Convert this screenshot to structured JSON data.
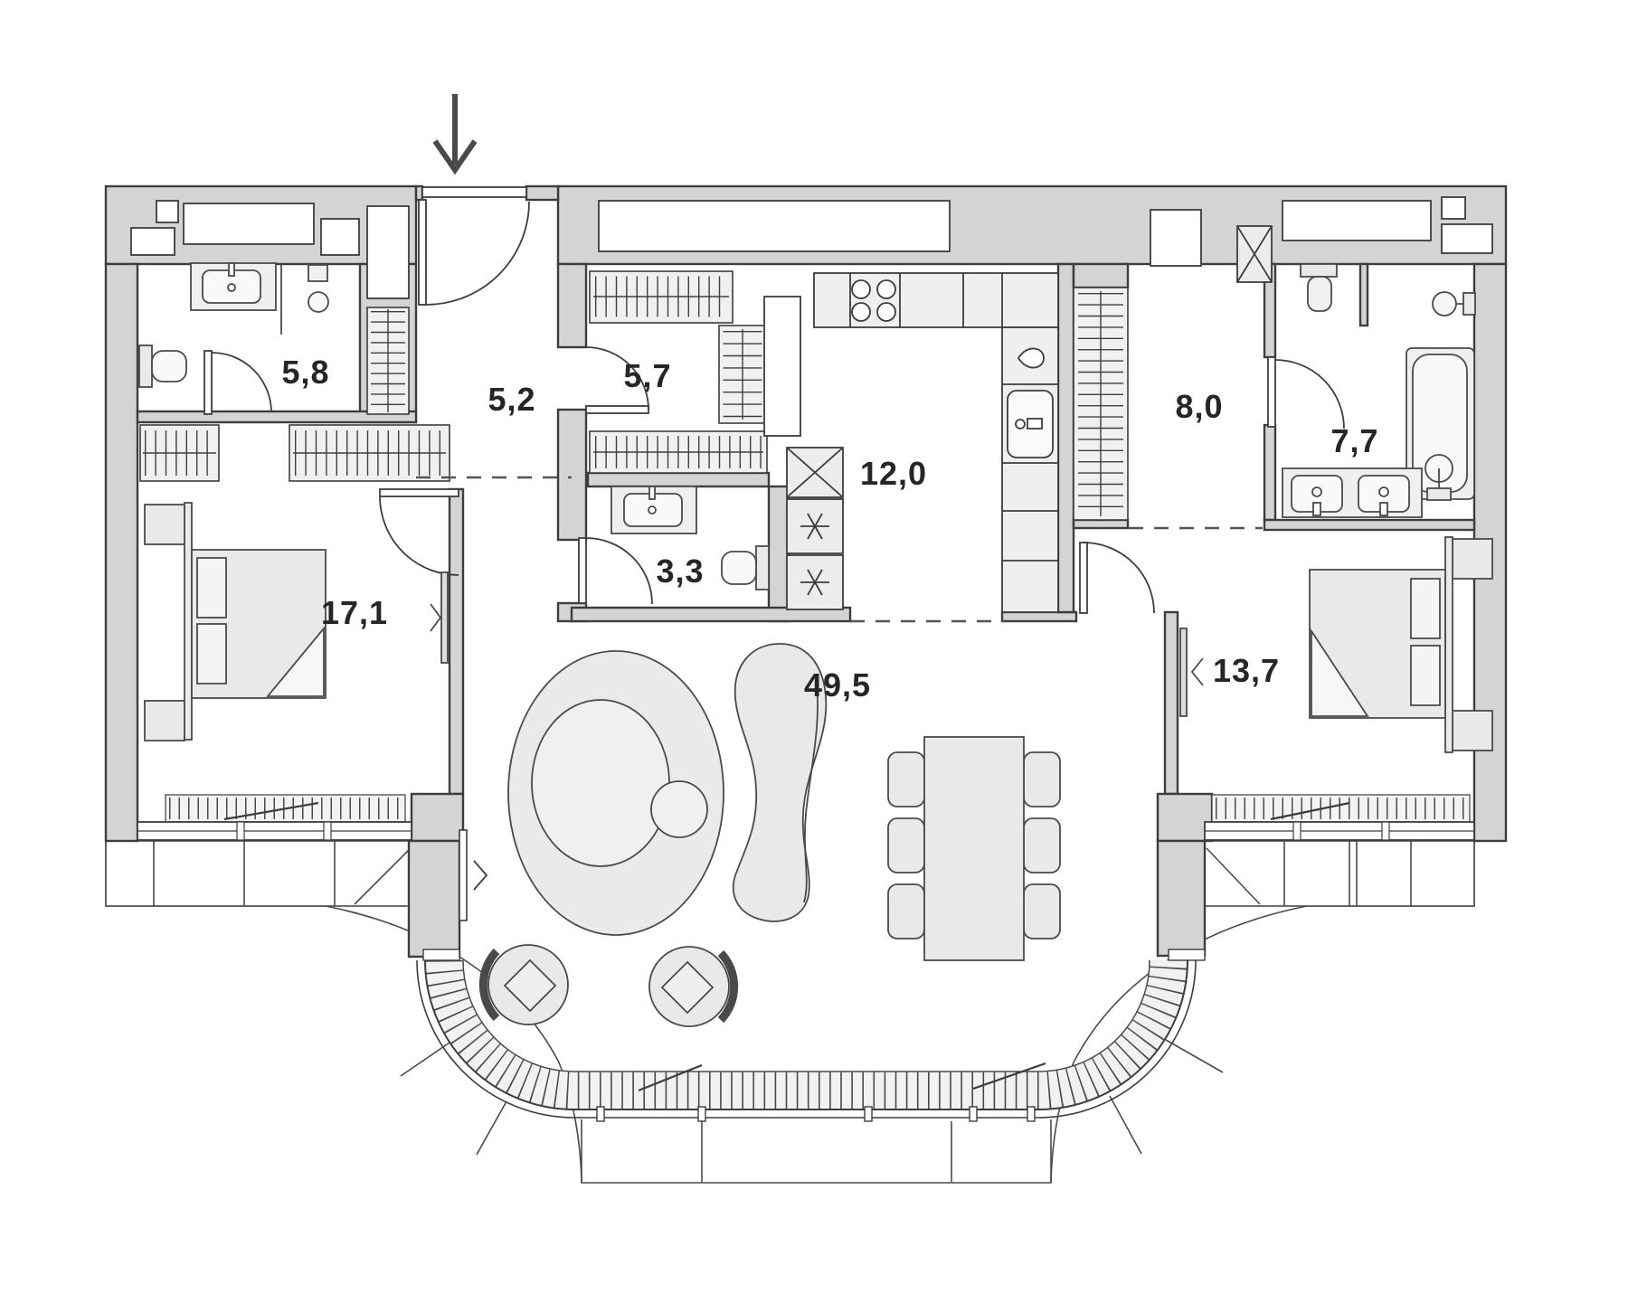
{
  "plan": {
    "title": "apartment-floor-plan",
    "entry": {
      "arrow_icon": "down-arrow",
      "location": "top-center-left"
    },
    "rooms": [
      {
        "key": "bathroom_master",
        "area_label": "5,8"
      },
      {
        "key": "entry_hall",
        "area_label": "5,2"
      },
      {
        "key": "wardrobe",
        "area_label": "5,7"
      },
      {
        "key": "wc",
        "area_label": "3,3"
      },
      {
        "key": "kitchen",
        "area_label": "12,0"
      },
      {
        "key": "hallway",
        "area_label": "8,0"
      },
      {
        "key": "bathroom_second",
        "area_label": "7,7"
      },
      {
        "key": "bedroom_master",
        "area_label": "17,1"
      },
      {
        "key": "living_dining",
        "area_label": "49,5"
      },
      {
        "key": "bedroom_second",
        "area_label": "13,7"
      }
    ],
    "symbols": [
      "double-bed",
      "wardrobe-hangers",
      "vanity-sink",
      "toilet",
      "shower",
      "bathtub",
      "stove-4-burners",
      "kitchen-sink",
      "washer",
      "dryer",
      "vent-shaft",
      "dining-table",
      "chairs",
      "armchair",
      "curved-sofa",
      "round-rug",
      "tv-panel",
      "door-swing",
      "window-radiator",
      "curved-terrace"
    ],
    "colors": {
      "background": "#ffffff",
      "wall_fill": "#d4d4d4",
      "furniture_fill": "#e9e9e9",
      "counter_fill": "#efefef",
      "outline": "#3d3d3d",
      "label_color": "#262626"
    }
  }
}
